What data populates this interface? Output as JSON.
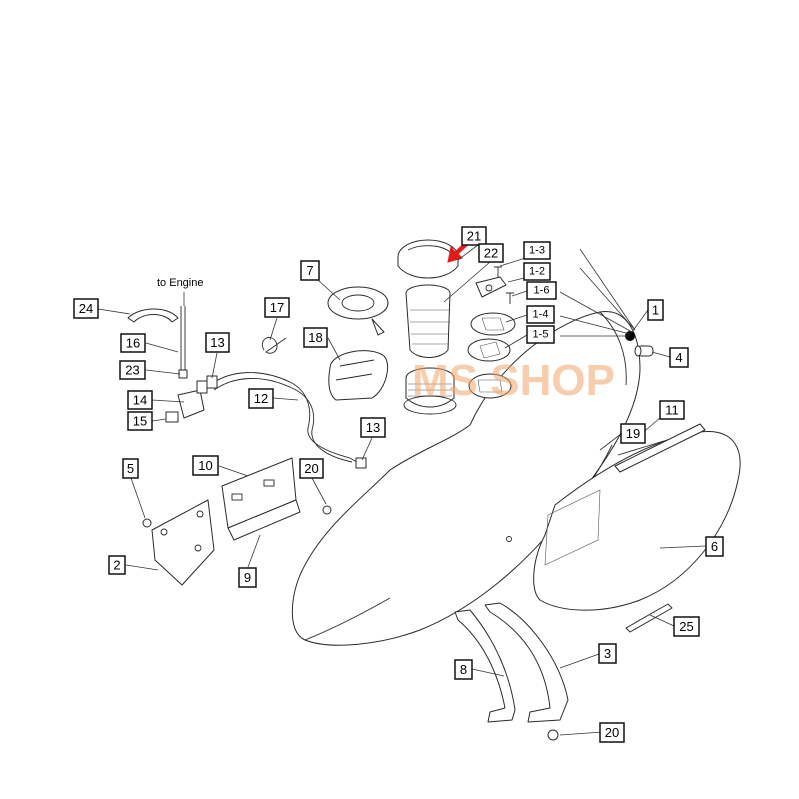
{
  "note_to_engine": "to Engine",
  "watermark": "MS SHOP",
  "callouts": {
    "c21": "21",
    "c22": "22",
    "c1_3": "1-3",
    "c1_2": "1-2",
    "c1_6": "1-6",
    "c1_4": "1-4",
    "c1_5": "1-5",
    "c1": "1",
    "c4": "4",
    "c7": "7",
    "c24": "24",
    "c17": "17",
    "c16": "16",
    "c13a": "13",
    "c18": "18",
    "c23": "23",
    "c12": "12",
    "c14": "14",
    "c15": "15",
    "c13b": "13",
    "c11": "11",
    "c19": "19",
    "c10": "10",
    "c20a": "20",
    "c5": "5",
    "c6": "6",
    "c2": "2",
    "c9": "9",
    "c25": "25",
    "c3": "3",
    "c8": "8",
    "c20b": "20"
  },
  "colors": {
    "arrow": "#e11b1b",
    "watermark": "#f2a56a",
    "line": "#2a2a2a"
  }
}
